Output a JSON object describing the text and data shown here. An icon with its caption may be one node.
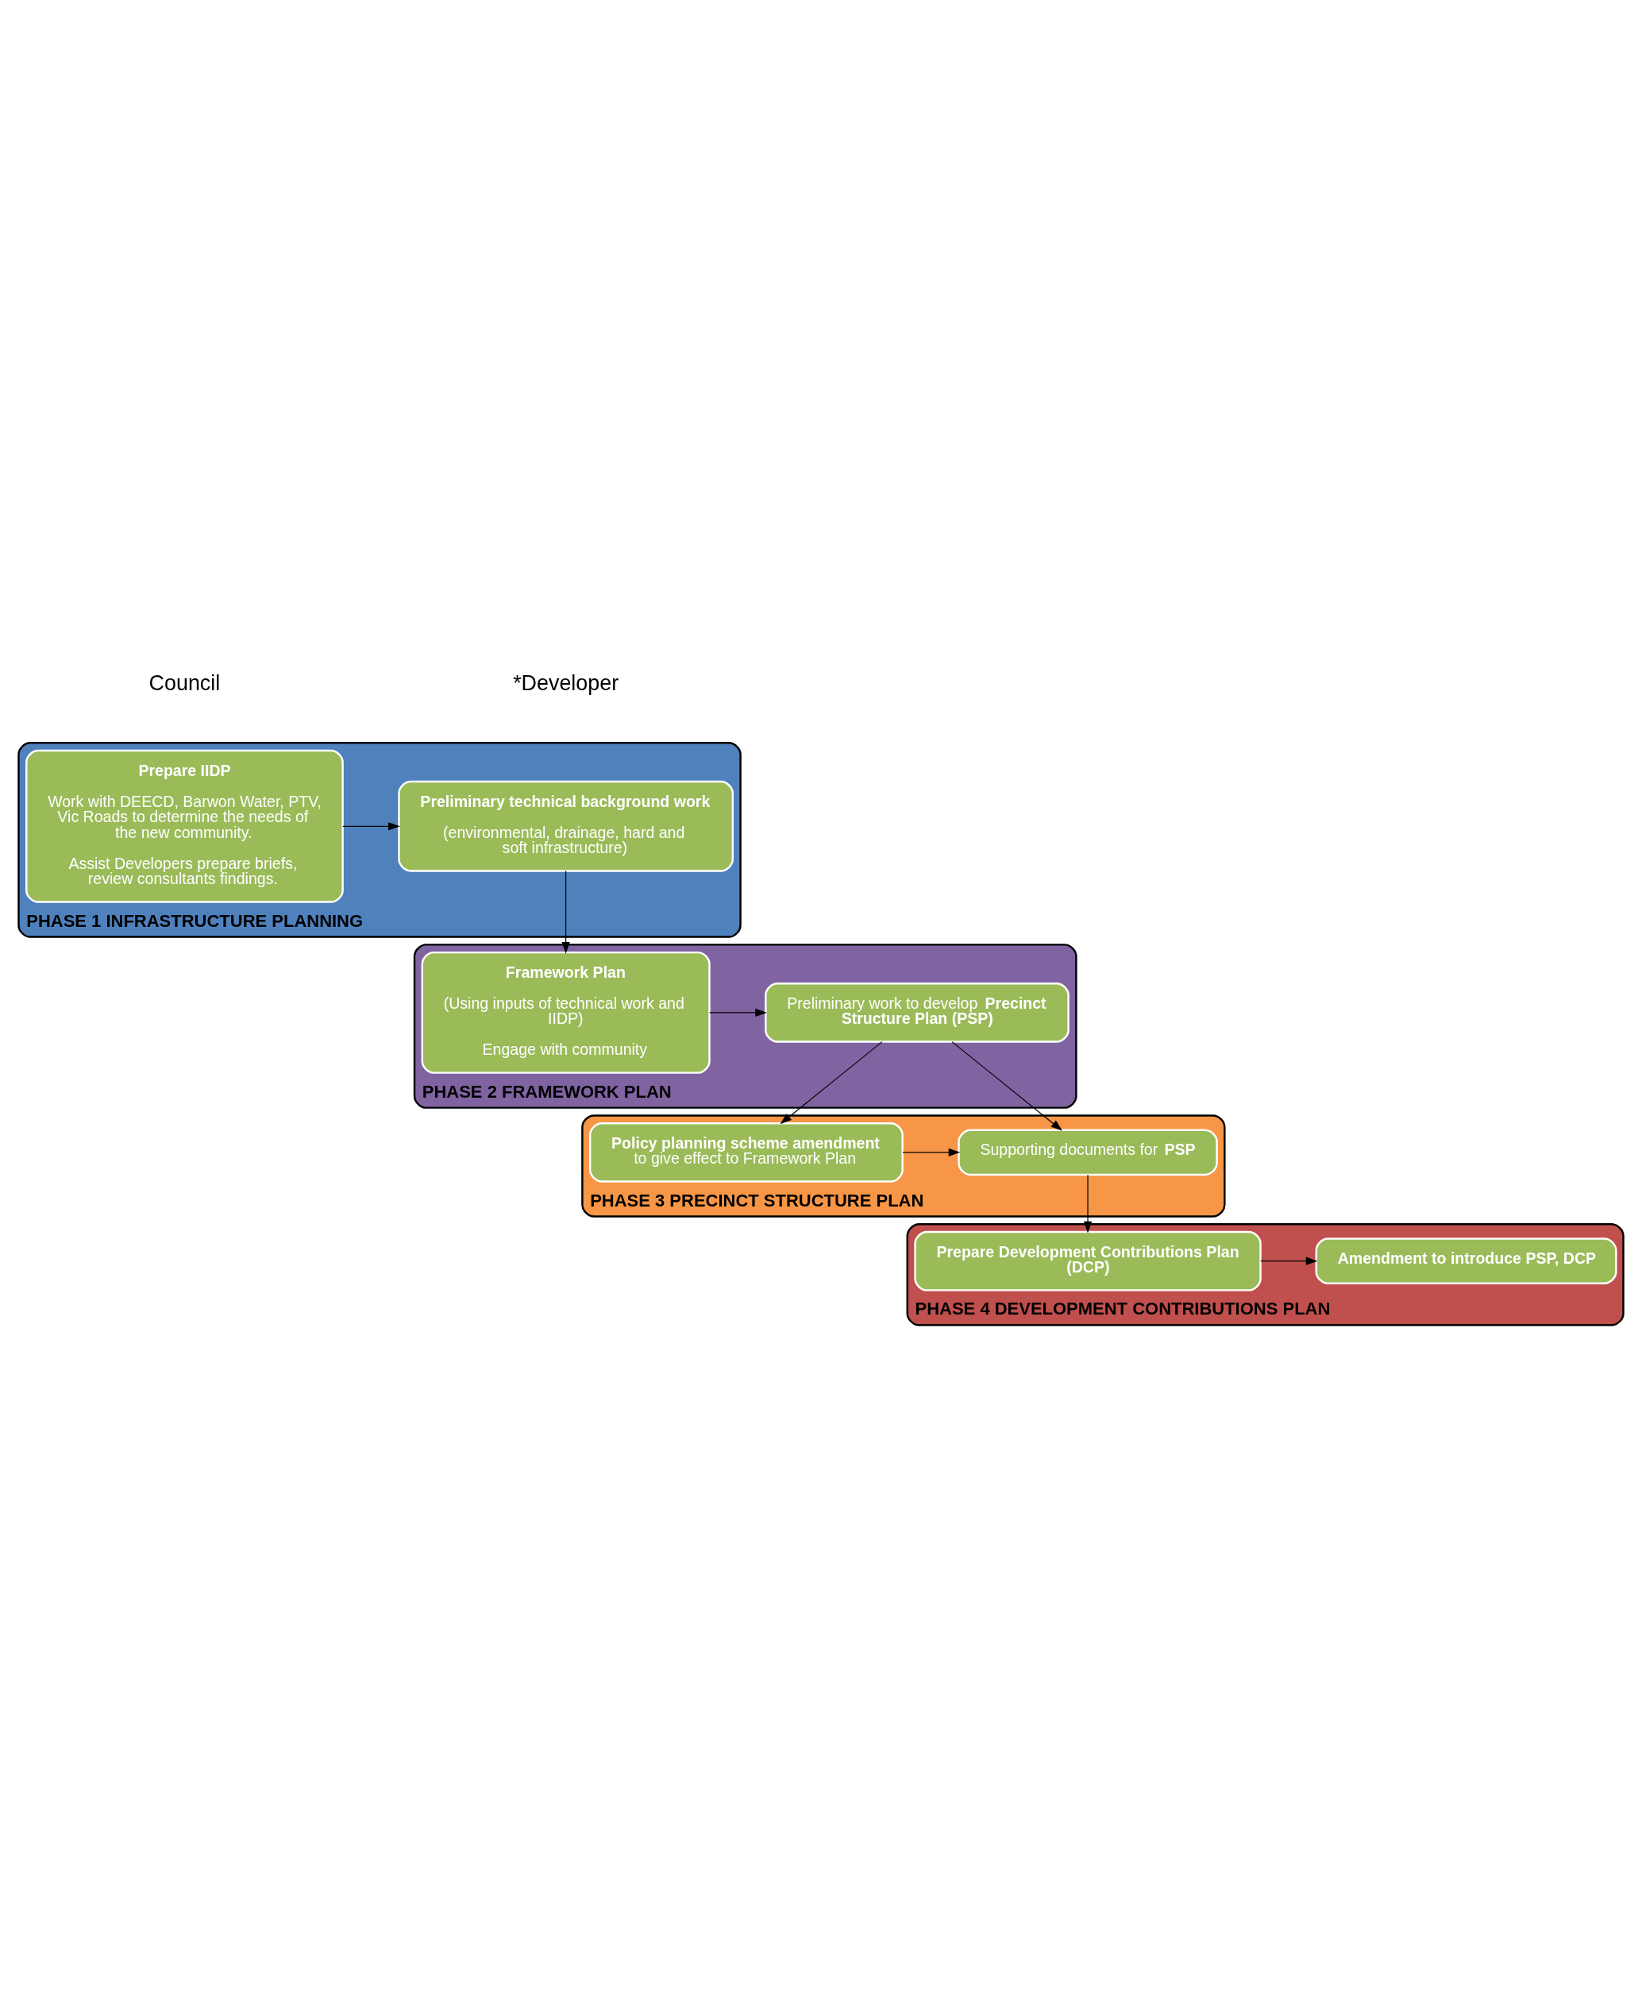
{
  "diagram": {
    "nodes": [
      {
        "text": [
          "PHASE 1 INFRASTRUCTURE PLANNING"
        ]
      },
      {
        "text": [
          "Prepare IIDP",
          "Work with DEECD, Barwon Water, PTV, Vic Roads to determine the needs of the new community.",
          "Assist Developers prepare briefs, review consultants findings."
        ],
        "in": 0
      },
      {
        "text": [
          "Preliminary technical background work",
          "(environmental, drainage, hard and soft infrastructure)"
        ],
        "in": 0
      },
      {
        "text": [
          "PHASE 2 FRAMEWORK PLAN"
        ]
      },
      {
        "text": [
          "Framework Plan",
          "(Using inputs of technical work and IIDP)",
          "Engage with community"
        ],
        "in": 3
      },
      {
        "text": [
          "Preliminary work to develop **Precinct Structure Plan (PSP)**"
        ],
        "in": 3
      },
      {
        "text": [
          "PHASE 3 PRECINCT STRUCTURE PLAN"
        ]
      },
      {
        "text": [
          "**Policy planning scheme amendment** to give effect to Framework Plan"
        ],
        "in": 6
      },
      {
        "text": [
          "Supporting documents for **PSP**"
        ],
        "in": 6
      },
      {
        "text": [
          "PHASE 4 DEVELOPMENT CONTRIBUTIONS PLAN"
        ]
      },
      {
        "text": [
          "Prepare Development Contributions Plan (DCP)"
        ],
        "in": 9
      },
      {
        "text": [
          "Amendment to introduce PSP, DCP"
        ],
        "in": 9
      }
    ],
    "edges": [
      {
        "from": 1,
        "to": 2,
        "arrow": "to"
      },
      {
        "from": 2,
        "to": 4,
        "arrow": "to"
      },
      {
        "from": 4,
        "to": 5,
        "arrow": "to"
      },
      {
        "from": 5,
        "to": 7,
        "arrow": "to"
      },
      {
        "from": 5,
        "to": 8,
        "arrow": "to"
      },
      {
        "from": 7,
        "to": 8,
        "arrow": "to"
      },
      {
        "from": 8,
        "to": 10,
        "arrow": "to"
      },
      {
        "from": 10,
        "to": 11,
        "arrow": "to"
      }
    ],
    "labels": [
      "Council",
      "*Developer"
    ]
  }
}
